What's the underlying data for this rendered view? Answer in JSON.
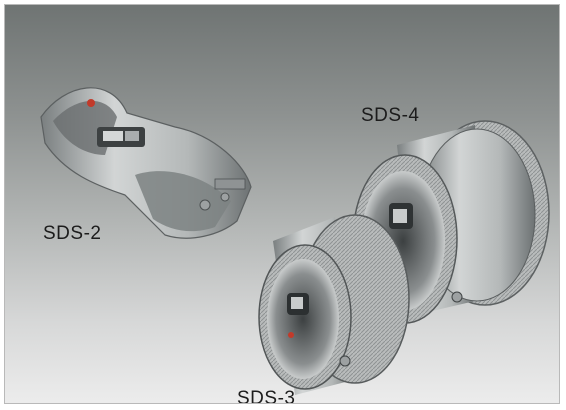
{
  "labels": {
    "sds2": "SDS-2",
    "sds3": "SDS-3",
    "sds4": "SDS-4"
  },
  "colors": {
    "background_top": "#6f7473",
    "background_bottom": "#ececec",
    "metal_light": "#d9dcdc",
    "metal_mid": "#a6aaa9",
    "metal_dark": "#5c6061",
    "accent_red": "#c23a2a"
  }
}
